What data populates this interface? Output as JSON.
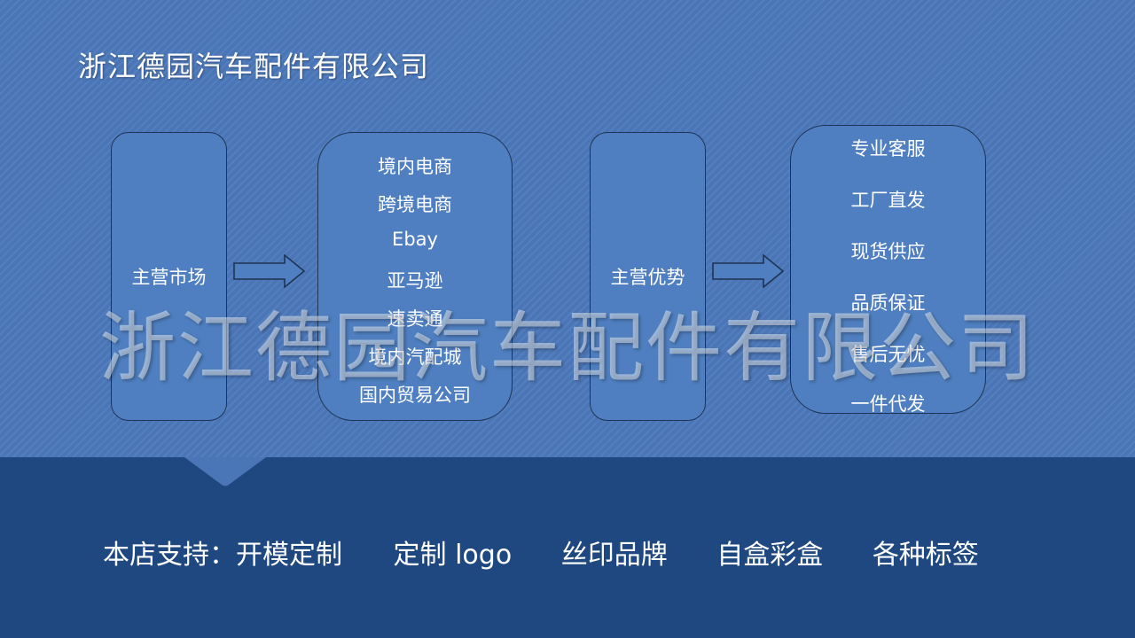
{
  "title": "浙江德园汽车配件有限公司",
  "watermark": "浙江德园汽车配件有限公司",
  "boxes": {
    "market_label": "主营市场",
    "market_list": [
      "境内电商",
      "跨境电商",
      "Ebay",
      "亚马逊",
      "速卖通",
      "境内汽配城",
      "国内贸易公司"
    ],
    "advantage_label": "主营优势",
    "advantage_list": [
      "专业客服",
      "工厂直发",
      "现货供应",
      "品质保证",
      "售后无忧",
      "一件代发"
    ]
  },
  "support": {
    "lead": "本店支持：开模定制",
    "items": [
      "定制 logo",
      "丝印品牌",
      "自盒彩盒",
      "各种标签"
    ]
  },
  "colors": {
    "background": "#4a76b8",
    "box_fill": "#4f7fc0",
    "box_border": "#1f3354",
    "bottom_band": "#1e487f",
    "text": "#ffffff"
  }
}
